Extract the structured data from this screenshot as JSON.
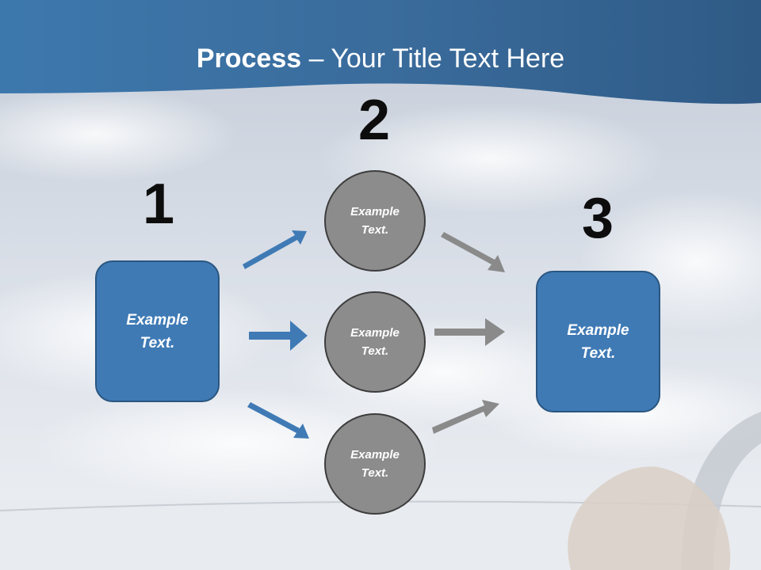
{
  "title": {
    "bold": "Process",
    "rest": " – Your Title Text Here"
  },
  "steps": {
    "one": "1",
    "two": "2",
    "three": "3"
  },
  "nodes": {
    "left": {
      "line1": "Example",
      "line2": "Text."
    },
    "top": {
      "line1": "Example",
      "line2": "Text."
    },
    "middle": {
      "line1": "Example",
      "line2": "Text."
    },
    "bottom": {
      "line1": "Example",
      "line2": "Text."
    },
    "right": {
      "line1": "Example",
      "line2": "Text."
    }
  },
  "colors": {
    "header_blue": "#3a6e9e",
    "box_blue": "#3f7ab5",
    "circle_gray": "#8c8c8c",
    "arrow_blue": "#3f7ab5",
    "arrow_gray": "#8a8a8a"
  }
}
